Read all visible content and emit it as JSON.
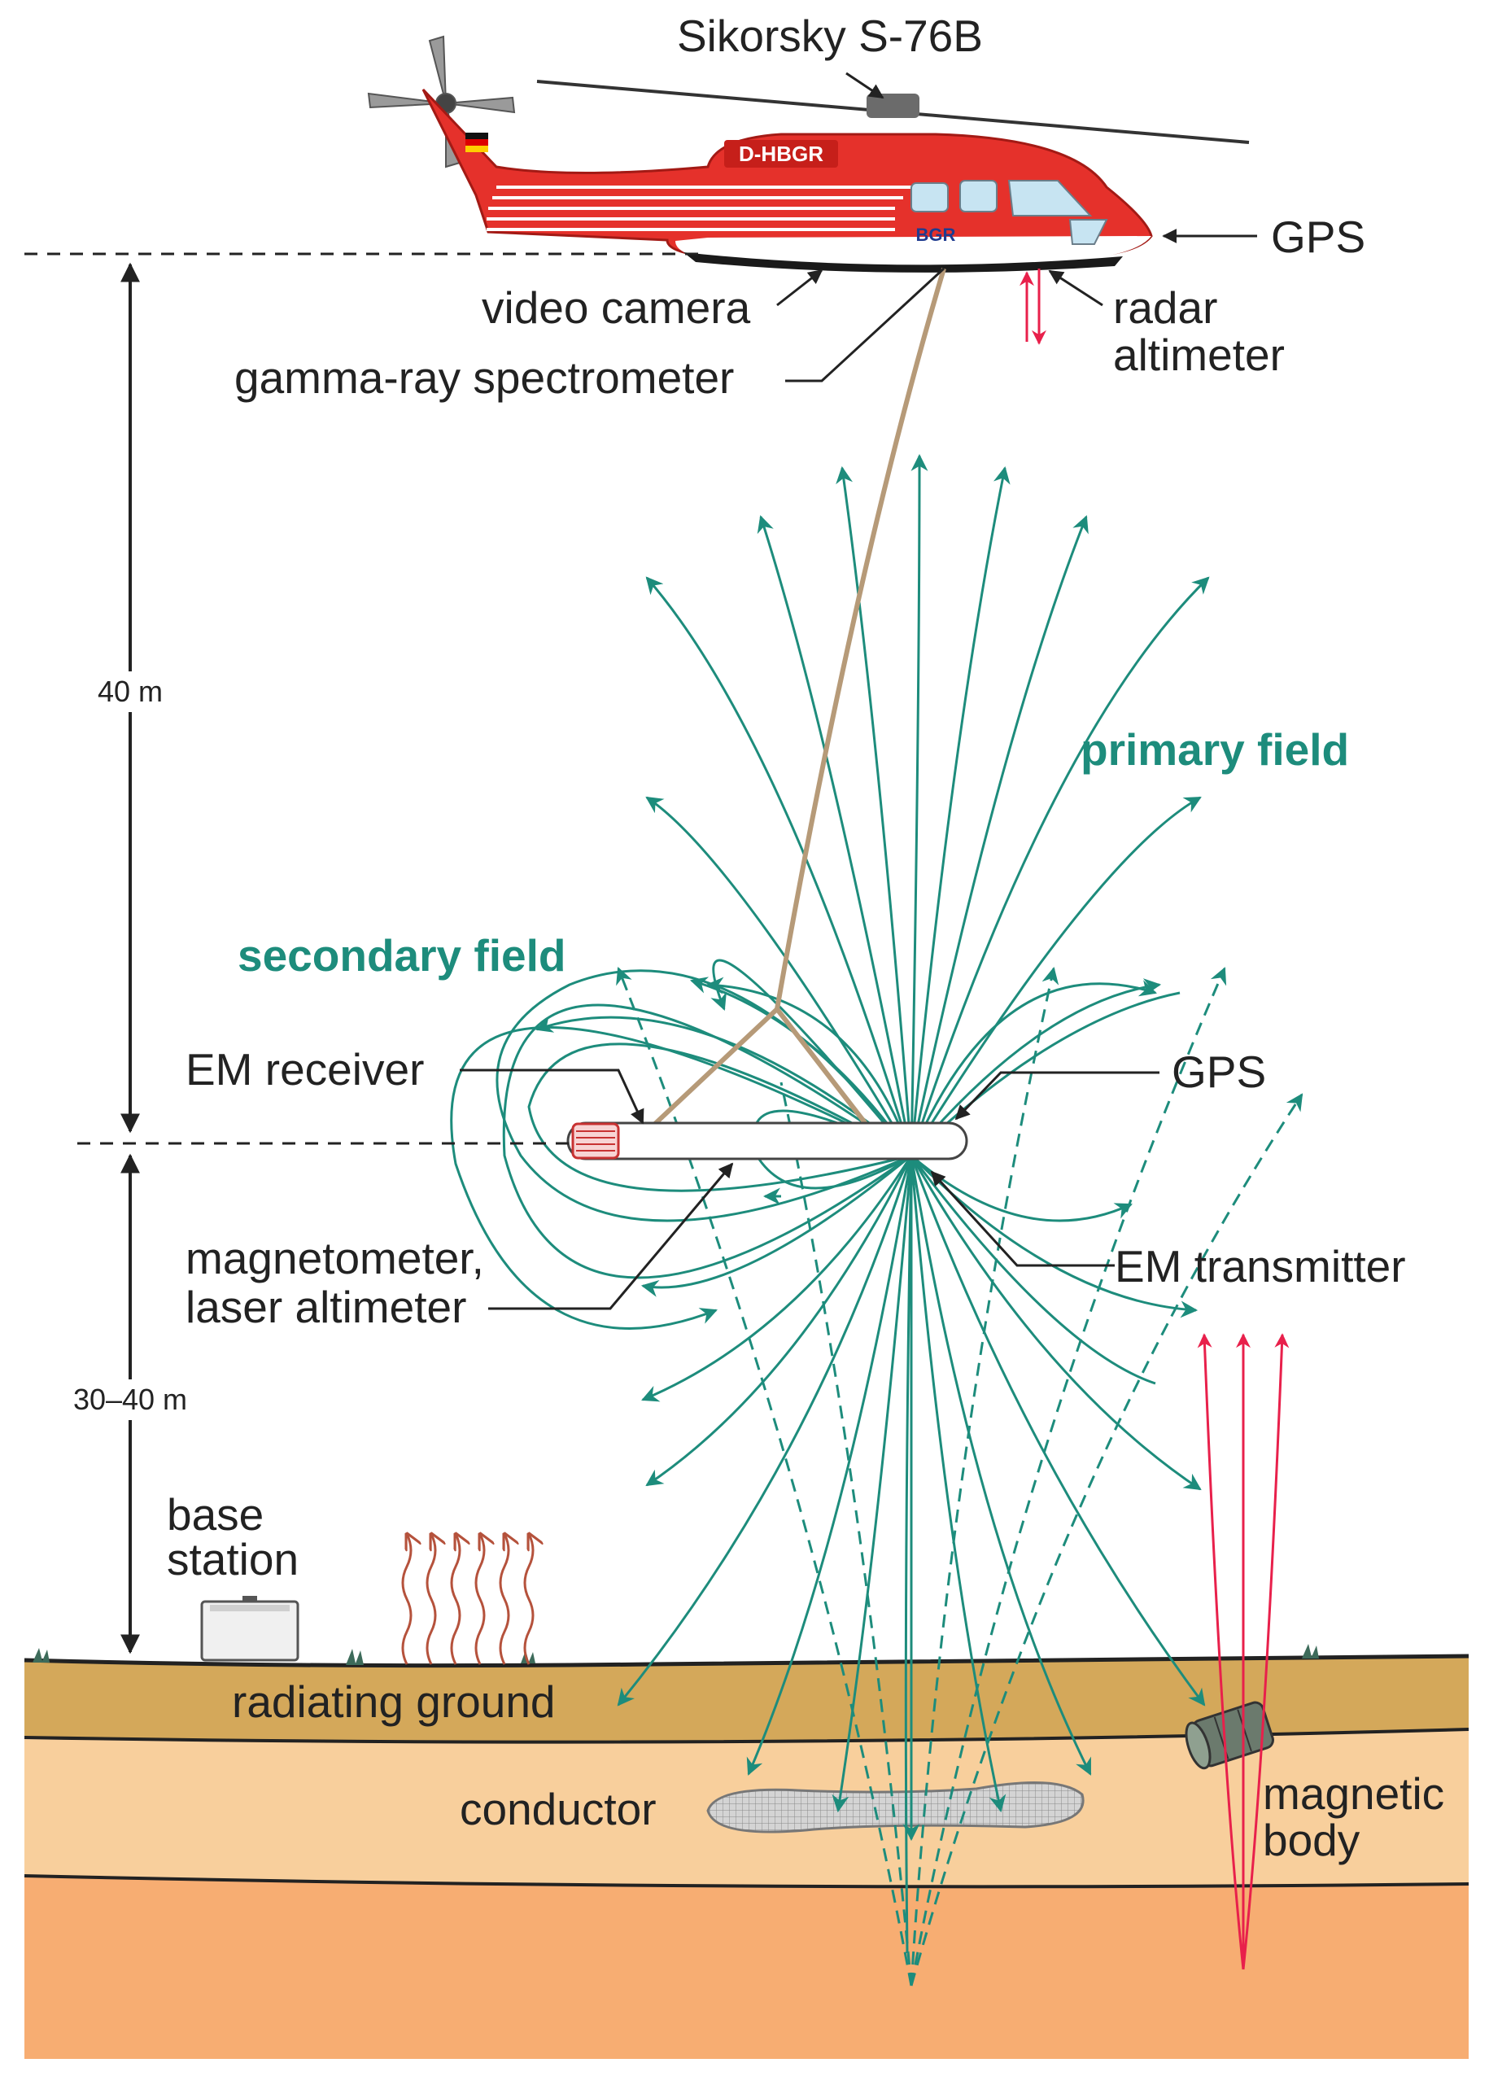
{
  "diagram": {
    "title": "",
    "labels": {
      "helicopter": "Sikorsky S-76B",
      "registration": "D-HBGR",
      "logo": "BGR",
      "gps_top": "GPS",
      "video_camera": "video camera",
      "radar_altimeter_1": "radar",
      "radar_altimeter_2": "altimeter",
      "gamma_ray": "gamma-ray spectrometer",
      "primary_field": "primary field",
      "secondary_field": "secondary field",
      "em_receiver": "EM receiver",
      "gps_bird": "GPS",
      "magnetometer_1": "magnetometer,",
      "magnetometer_2": "laser altimeter",
      "em_transmitter": "EM transmitter",
      "height_upper": "40 m",
      "height_lower": "30–40 m",
      "base_station_1": "base",
      "base_station_2": "station",
      "radiating_ground": "radiating ground",
      "conductor": "conductor",
      "magnetic_body_1": "magnetic",
      "magnetic_body_2": "body"
    },
    "colors": {
      "field": "#1d8c7c",
      "helicopter_red": "#e5312b",
      "radiation": "#b5523c",
      "magnetic_field": "#e8204b",
      "cable": "#b69a78",
      "ground_top": "#d4a85a",
      "ground_mid": "#f8cf9c",
      "ground_deep": "#f7ad72",
      "text": "#222222"
    }
  }
}
